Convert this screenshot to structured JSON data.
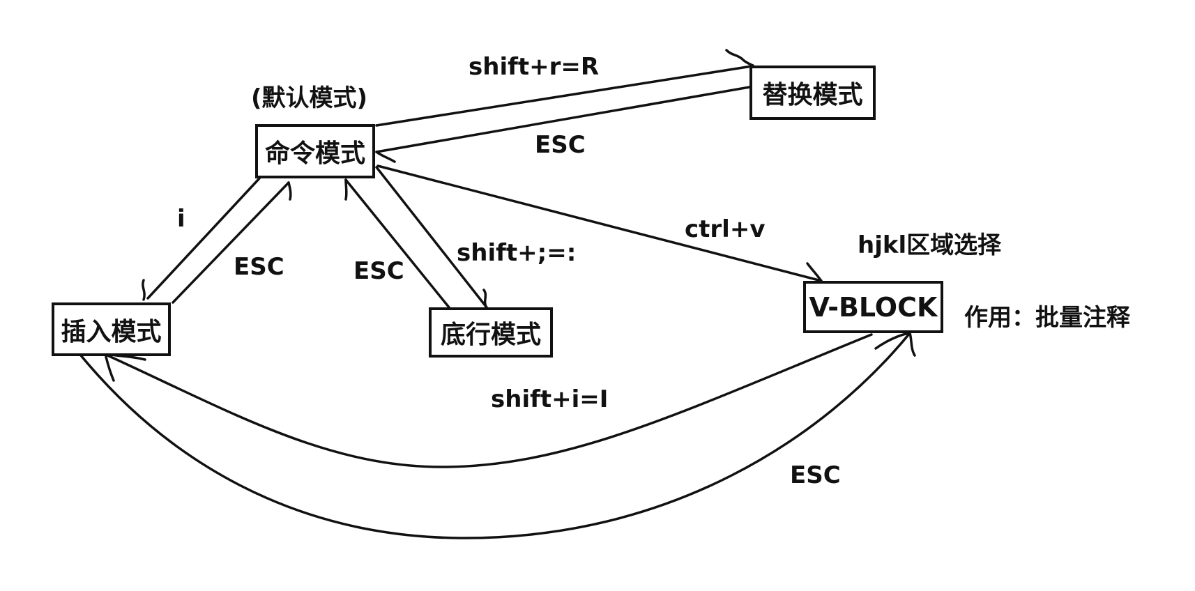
{
  "diagram": {
    "nodes": {
      "command": "命令模式",
      "replace": "替换模式",
      "insert": "插入模式",
      "lastline": "底行模式",
      "vblock": "V-BLOCK"
    },
    "notes": {
      "default": "(默认模式)",
      "hjkl": "hjkl区域选择",
      "purpose": "作用：批量注释"
    },
    "edges": {
      "command_to_replace": "shift+r=R",
      "replace_to_command": "ESC",
      "command_to_insert": "i",
      "insert_to_command": "ESC",
      "lastline_to_command": "ESC",
      "command_to_lastline": "shift+;=:",
      "command_to_vblock": "ctrl+v",
      "vblock_to_insert": "shift+i=I",
      "insert_to_vblock": "ESC"
    },
    "colors": {
      "stroke": "#111111",
      "background": "#ffffff"
    }
  }
}
